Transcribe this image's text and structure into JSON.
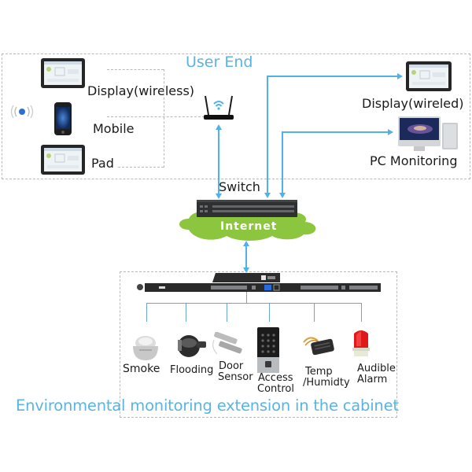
{
  "user_end": {
    "title": "User End",
    "devices": {
      "display_wireless": "Display(wireless)",
      "mobile": "Mobile",
      "pad": "Pad",
      "display_wireled": "Display(wireled)",
      "pc_monitoring": "PC Monitoring"
    }
  },
  "network": {
    "switch_label": "Switch",
    "internet_label": "Internet"
  },
  "cabinet": {
    "title": "Environmental monitoring extension in the cabinet",
    "sensors": [
      {
        "name": "smoke",
        "label_line1": "Smoke",
        "label_line2": ""
      },
      {
        "name": "flooding",
        "label_line1": "Flooding",
        "label_line2": ""
      },
      {
        "name": "door-sensor",
        "label_line1": "Door",
        "label_line2": "Sensor"
      },
      {
        "name": "access-control",
        "label_line1": "Access",
        "label_line2": "Control"
      },
      {
        "name": "temp-humidity",
        "label_line1": "Temp",
        "label_line2": "/Humidty"
      },
      {
        "name": "audible-alarm",
        "label_line1": "Audible",
        "label_line2": "Alarm"
      }
    ]
  },
  "colors": {
    "accent_blue": "#5ab4e2",
    "connector_blue": "#4fb3e8",
    "cloud_green": "#8cc63f",
    "device_dark": "#2b2b2b"
  }
}
